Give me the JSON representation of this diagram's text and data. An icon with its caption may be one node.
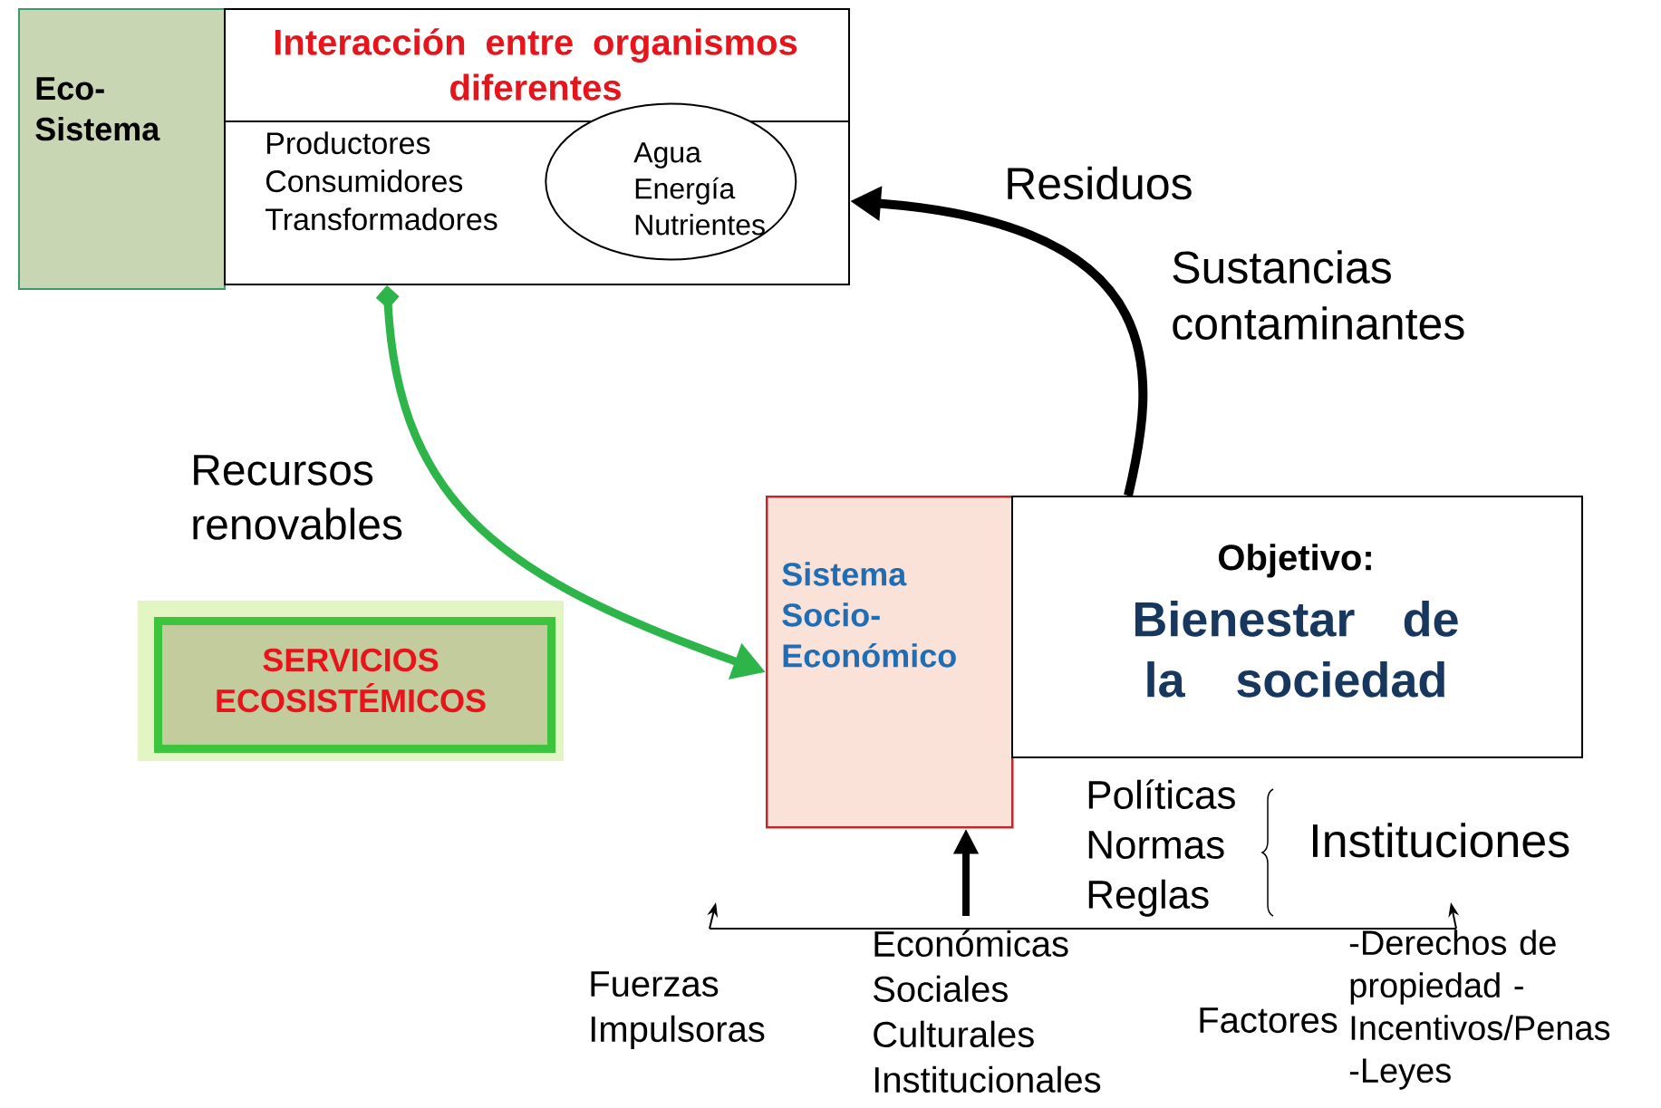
{
  "diagram": {
    "nodes": [
      {
        "text": [
          "Eco- Sistema"
        ]
      },
      {
        "text": [
          "Interacción entre organismos diferentes"
        ]
      },
      {
        "text": [
          "Productores Consumidores Transformadores"
        ]
      },
      {
        "text": [
          "Agua Energía Nutrientes"
        ],
        "in": 2
      },
      {
        "text": [
          "SERVICIOS ECOSISTÉMICOS"
        ]
      },
      {
        "text": [
          "Sistema Socio-Económico"
        ]
      },
      {
        "text": [
          "Objetivo:",
          "Bienestar de la sociedad"
        ]
      },
      {
        "text": [
          "Económicas Sociales Culturales Institucionales"
        ]
      }
    ],
    "edges": [
      {
        "from": 2,
        "to": 5,
        "arrow": "to",
        "label": "Recursos renovables",
        "color": "#2db54a"
      },
      {
        "from": 6,
        "to": 2,
        "arrow": "to",
        "label": "Residuos"
      },
      {
        "from": 7,
        "to": 5,
        "arrow": "to"
      }
    ],
    "labels": [
      "Sustancias contaminantes",
      "Políticas Normas Reglas",
      "Instituciones",
      "Fuerzas Impulsoras",
      "Factores",
      "-Derechos de propiedad -Incentivos/Penas -Leyes"
    ]
  }
}
